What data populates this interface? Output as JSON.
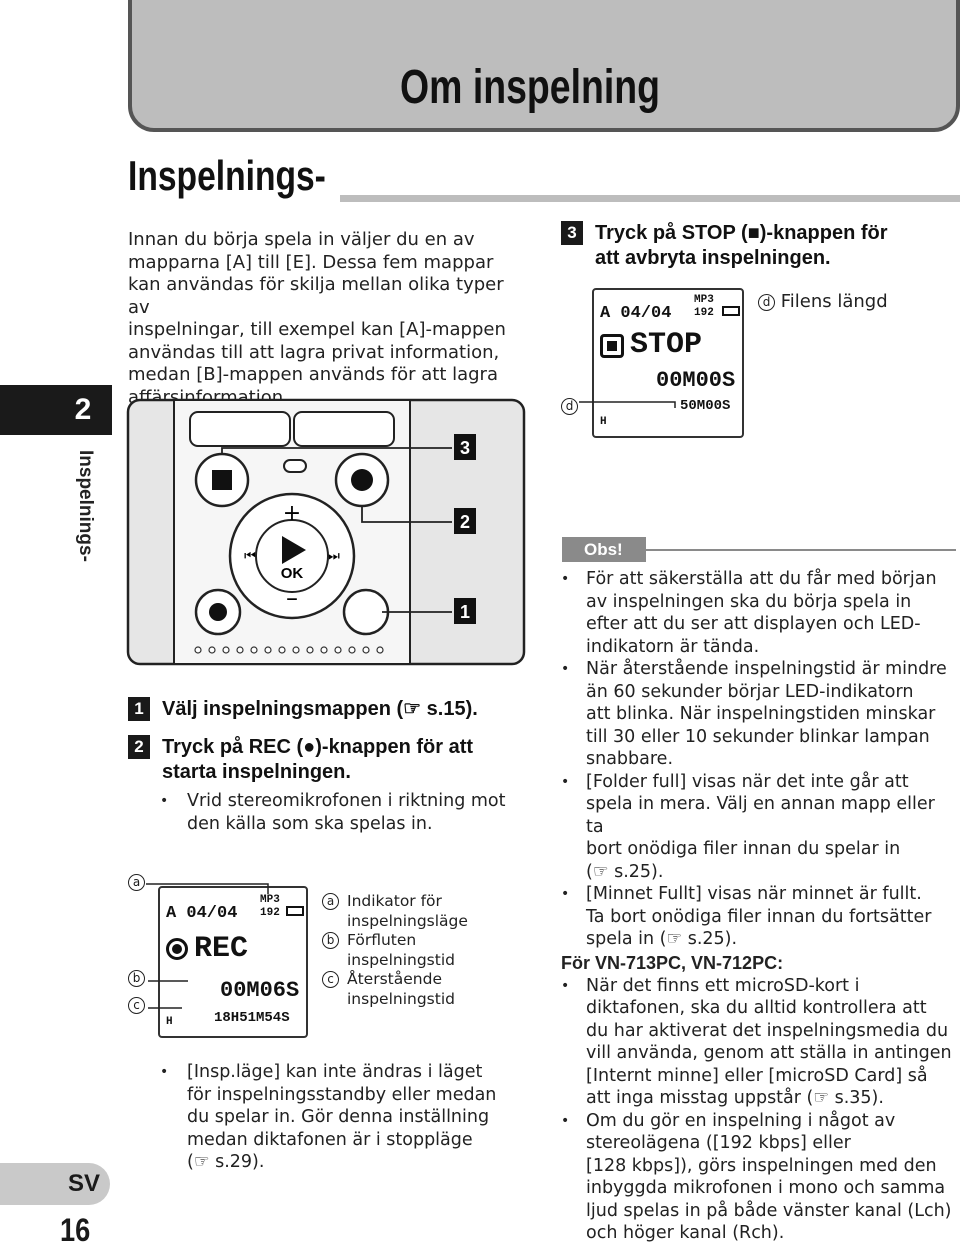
{
  "header": {
    "title": "Om inspelning"
  },
  "section": {
    "title": "Inspelnings-"
  },
  "side": {
    "chapter": "2",
    "vertical": "Inspelnings-",
    "lang": "SV",
    "page": "16"
  },
  "intro": [
    "Innan du börja spela in väljer du en av",
    "mapparna [A] till [E]. Dessa fem mappar",
    "kan användas för skilja mellan olika typer av",
    "inspelningar, till exempel kan [A]-mappen",
    "användas till att lagra privat information,",
    "medan [B]-mappen används för att lagra",
    "affärsinformation."
  ],
  "diagram": {
    "callouts": [
      "3",
      "2",
      "1"
    ],
    "ok": "OK"
  },
  "steps": [
    {
      "num": "1",
      "lines": [
        "Välj inspelningsmappen (☞ s.15)."
      ]
    },
    {
      "num": "2",
      "lines": [
        "Tryck på REC (●)-knappen för att",
        "starta inspelningen."
      ]
    },
    {
      "num": "3",
      "lines": [
        "Tryck på STOP (■)-knappen för",
        "att avbryta inspelningen."
      ]
    }
  ],
  "step2_bullet": [
    "Vrid stereomikrofonen i riktning mot",
    "den källa som ska spelas in."
  ],
  "rec_screen": {
    "folder": "A 04/04",
    "format": "MP3",
    "bitrate": "192",
    "mode": "REC",
    "elapsed": "00M06S",
    "remaining": "18H51M54S",
    "mic": "H",
    "markers": [
      "a",
      "b",
      "c"
    ]
  },
  "rec_legend": [
    {
      "mark": "a",
      "lines": [
        "Indikator för",
        "inspelningsläge"
      ]
    },
    {
      "mark": "b",
      "lines": [
        "Förfluten",
        "inspelningstid"
      ]
    },
    {
      "mark": "c",
      "lines": [
        "Återstående",
        "inspelningstid"
      ]
    }
  ],
  "insp_bullet": [
    "[Insp.läge] kan inte ändras i läget",
    "för inspelningsstandby eller medan",
    "du spelar in. Gör denna inställning",
    "medan diktafonen är i stoppläge",
    "(☞ s.29)."
  ],
  "stop_screen": {
    "folder": "A 04/04",
    "format": "MP3",
    "bitrate": "192",
    "mode": "STOP",
    "elapsed": "00M00S",
    "length": "50M00S",
    "mic": "H",
    "marker": "d",
    "legend": "Filens längd"
  },
  "obs": {
    "label": "Obs!",
    "bullets": [
      [
        "För att säkerställa att du får med början",
        "av inspelningen ska du börja spela in",
        "efter att du ser att displayen och LED-",
        "indikatorn är tända."
      ],
      [
        "När återstående inspelningstid är mindre",
        "än 60 sekunder börjar LED-indikatorn",
        "att blinka. När inspelningstiden minskar",
        "till 30 eller 10 sekunder blinkar lampan",
        "snabbare."
      ],
      [
        "[Folder full] visas när det inte går att",
        "spela in mera. Välj en annan mapp eller ta",
        "bort onödiga filer innan du spelar in",
        "(☞ s.25)."
      ],
      [
        "[Minnet Fullt] visas när minnet är fullt.",
        "Ta bort onödiga filer innan du fortsätter",
        "spela in (☞ s.25)."
      ]
    ],
    "subheading": "För VN-713PC, VN-712PC:",
    "bullets2": [
      [
        "När det finns ett microSD-kort i",
        "diktafonen, ska du alltid kontrollera att",
        "du har aktiverat det inspelningsmedia du",
        "vill använda, genom att ställa in antingen",
        "[Internt minne] eller [microSD Card] så",
        "att inga misstag uppstår (☞ s.35)."
      ],
      [
        "Om du gör en inspelning i något av",
        "stereolägena ([192 kbps] eller",
        "[128 kbps]), görs inspelningen med den",
        "inbyggda mikrofonen i mono och samma",
        "ljud spelas in på både vänster kanal (Lch)",
        "och höger kanal (Rch)."
      ]
    ]
  }
}
